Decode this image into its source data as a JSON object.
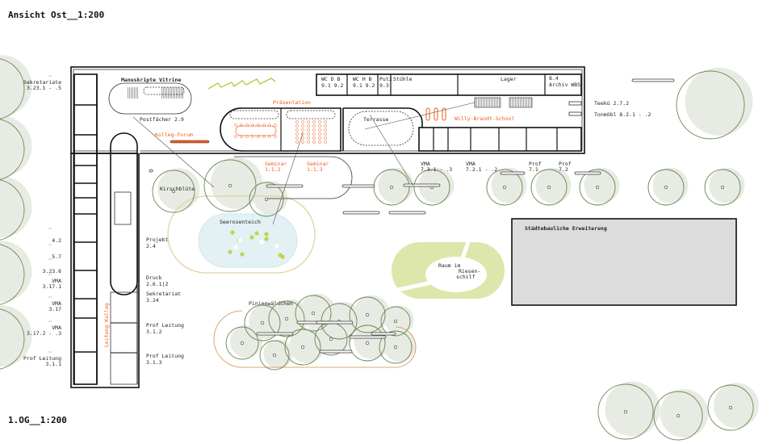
{
  "titles": {
    "elevation": "Ansicht Ost__1:200",
    "floor": "1.OG__1:200"
  },
  "colors": {
    "accent": "#f05a1e",
    "tree_stroke": "#6a8a55",
    "tree_fill": "#e8ebe3",
    "pond": "#e3f1f5",
    "reed": "#dbe6a9",
    "extension": "#dcdcdc",
    "meadow": "#d8c98a"
  },
  "left_labels": [
    {
      "line1": "Sekretariate",
      "line2": "3.23.1 - .5"
    },
    {
      "line1": "",
      "line2": "4.2"
    },
    {
      "line1": "",
      "line2": "5.7"
    },
    {
      "line1": "",
      "line2": "3.23.6"
    },
    {
      "line1": "VMA",
      "line2": "3.17.1"
    },
    {
      "line1": "VMA",
      "line2": "3.17"
    },
    {
      "line1": "VMA",
      "line2": "3.17.2 - .3"
    },
    {
      "line1": "Prof Leitung",
      "line2": "3.1.1"
    }
  ],
  "inner_labels": [
    {
      "line1": "Projekt",
      "line2": "2.4"
    },
    {
      "line1": "Druck",
      "line2": "2.6.1|2"
    },
    {
      "line1": "Sekretariat",
      "line2": "3.24"
    },
    {
      "line1": "Prof Leitung",
      "line2": "3.1.2"
    },
    {
      "line1": "Prof Leitung",
      "line2": "3.1.3"
    }
  ],
  "rooms": {
    "manuskripte": "Manuskripte Vitrine",
    "postfaecher": "Postfächer  2.9",
    "kolleg_forum": "Kolleg-Forum",
    "praesentation": "Präsentation",
    "wc_d": {
      "line1": "WC D B",
      "line2": "9.1  9.2"
    },
    "wc_h": {
      "line1": "WC H B",
      "line2": "9.1  9.2"
    },
    "putz": {
      "line1": "Putz",
      "line2": "9.3"
    },
    "stuehle": "Stühle",
    "lager": "Lager",
    "archiv": {
      "line1": "8.4",
      "line2": "Archiv WBS"
    },
    "terrasse": "Terrasse",
    "willy_brandt": "Willy-Brandt-School",
    "teekue": "Teekü  2.7.2",
    "tonmoebl": "Tonmöbl  8.2.1 - .2",
    "leitung_kolleg": "Leitung Kolleg"
  },
  "outdoor": {
    "seminar_1": {
      "line1": "Seminar",
      "line2": "1.1.2"
    },
    "seminar_2": {
      "line1": "Seminar",
      "line2": "1.1.3"
    },
    "kirschbluete": "Kirschblüte",
    "seerosenteich": "Seerosenteich",
    "pinienwaeldchen": "Pinienwäldchen",
    "riesenschilf": {
      "line1": "Raum im",
      "line2": "Riesen-",
      "line3": "schilf"
    },
    "staedtebau": "Städtebauliche Erweiterung",
    "vma_1": {
      "line1": "VMA",
      "line2": "7.3.1 - .3"
    },
    "vma_2": {
      "line1": "VMA",
      "line2": "7.2.1 - .2"
    },
    "prof_1": {
      "line1": "Prof",
      "line2": "7.1"
    },
    "prof_2": {
      "line1": "Prof",
      "line2": "7.2"
    }
  }
}
